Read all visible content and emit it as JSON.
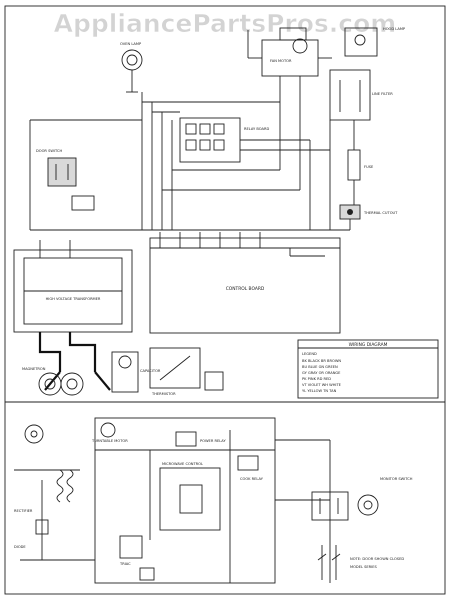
{
  "watermark": "AppliancePartsPros.com",
  "labels": {
    "microwave_ctrl": "MICROWAVE CONTROL",
    "transformer": "HIGH VOLTAGE TRANSFORMER",
    "magnetron": "MAGNETRON",
    "capacitor": "CAPACITOR",
    "diode": "DIODE",
    "fan_motor": "FAN MOTOR",
    "oven_lamp": "OVEN LAMP",
    "door_switch": "DOOR SWITCH",
    "monitor_switch": "MONITOR SWITCH",
    "thermal_cutout": "THERMAL CUTOUT",
    "fuse": "FUSE",
    "line_filter": "LINE FILTER",
    "relay_board": "RELAY BOARD",
    "control_board": "CONTROL BOARD",
    "cook_relay": "COOK RELAY",
    "power_relay": "POWER RELAY",
    "rectifier": "RECTIFIER",
    "triac": "TRIAC",
    "thermistor": "THERMISTOR",
    "turntable_motor": "TURNTABLE MOTOR",
    "hood_lamp": "HOOD LAMP",
    "legend_title": "WIRING DIAGRAM",
    "legend_sub": "LEGEND",
    "legend_rows": [
      "BK  BLACK      BR  BROWN",
      "BU  BLUE       GN  GREEN",
      "GY  GRAY       OR  ORANGE",
      "PK  PINK       RD  RED",
      "VT  VIOLET     WH  WHITE",
      "YL  YELLOW     TN  TAN"
    ],
    "note": "NOTE: DOOR SHOWN CLOSED",
    "model": "MODEL SERIES"
  }
}
